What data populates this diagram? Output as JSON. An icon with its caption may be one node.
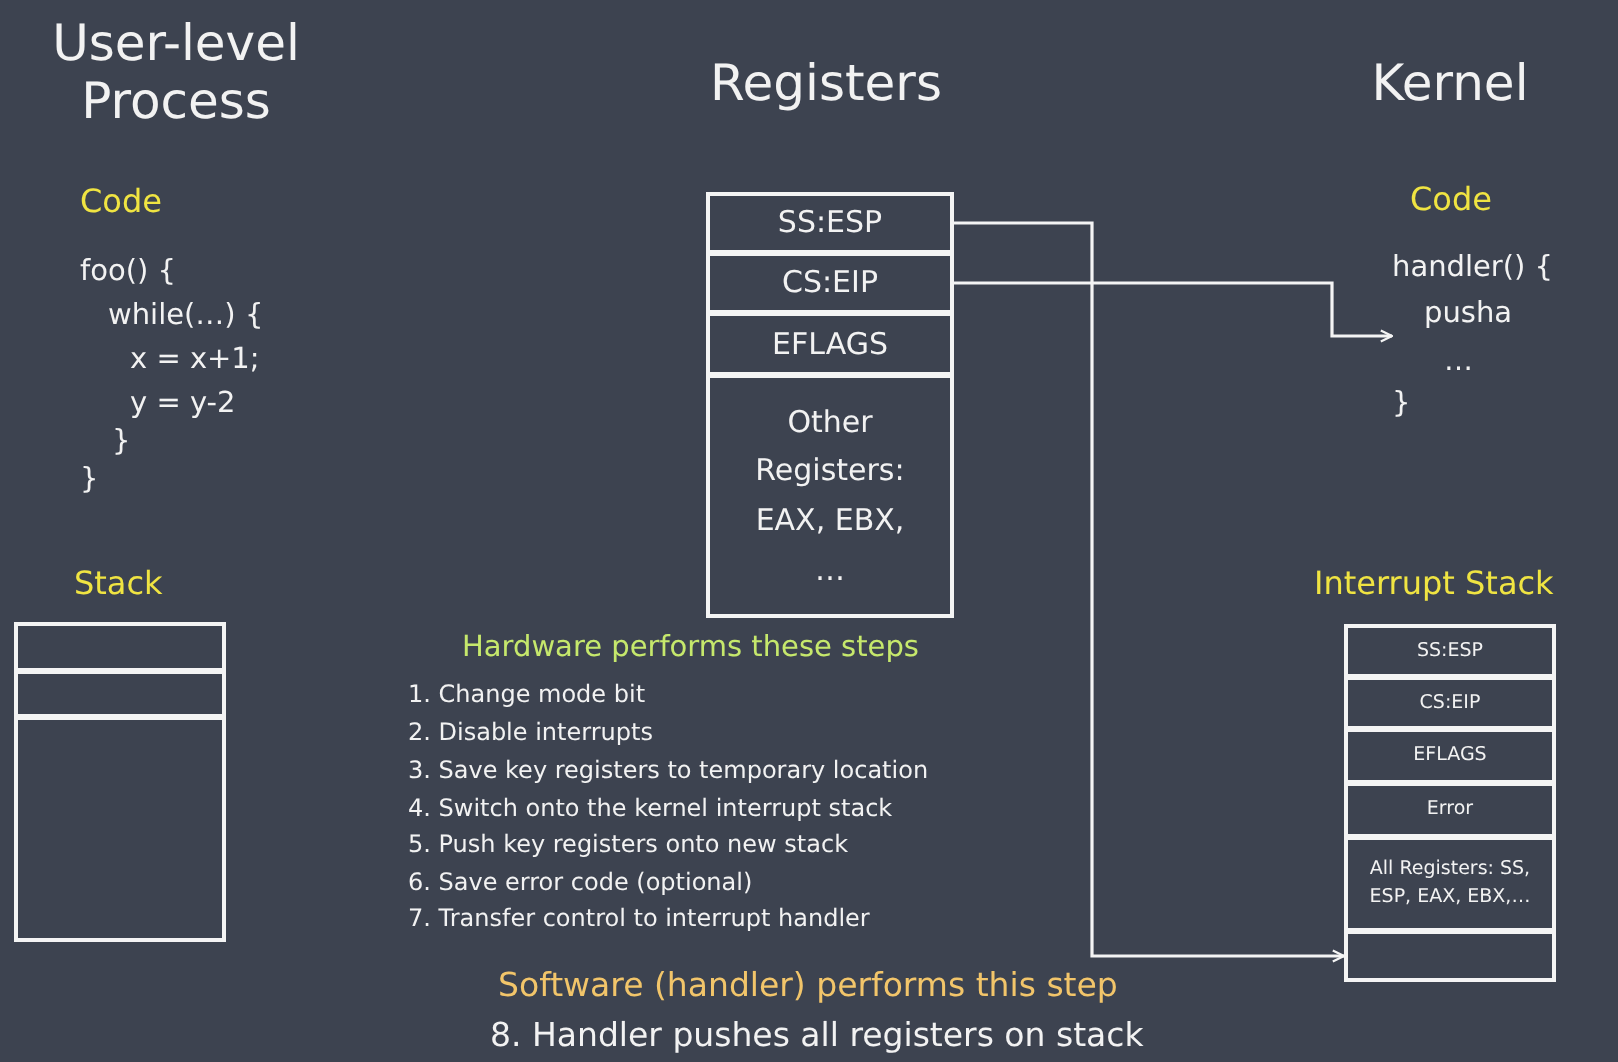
{
  "diagram": {
    "nodes": [
      {
        "text": [
          "SS:ESP"
        ]
      },
      {
        "text": [
          "CS:EIP"
        ]
      },
      {
        "text": [
          "EFLAGS"
        ]
      },
      {
        "text": [
          "Other Registers: EAX, EBX, …"
        ]
      },
      {
        "text": [
          "handler() {",
          "pusha",
          "…",
          "}"
        ]
      },
      {
        "text": [
          "SS:ESP"
        ]
      },
      {
        "text": [
          "CS:EIP"
        ]
      },
      {
        "text": [
          "EFLAGS"
        ]
      },
      {
        "text": [
          "Error"
        ]
      },
      {
        "text": [
          "All Registers: SS, ESP, EAX, EBX,…"
        ]
      },
      {
        "text": [],
        "shape": "box"
      },
      {
        "text": [],
        "shape": "box"
      },
      {
        "text": [],
        "shape": "box"
      },
      {
        "text": [],
        "shape": "box"
      }
    ],
    "edges": [
      {
        "from": 0,
        "to": 10,
        "arrow": "to"
      },
      {
        "from": 1,
        "to": 4,
        "arrow": "to"
      }
    ],
    "labels": [
      "User-level Process",
      "Registers",
      "Kernel",
      "Code",
      "Code",
      "foo() {",
      "while(…) {",
      "x = x+1;",
      "y = y-2",
      "}",
      "}",
      "Stack",
      "Interrupt Stack",
      "Hardware performs these steps",
      "1. Change mode bit",
      "2. Disable interrupts",
      "3. Save key registers to temporary location",
      "4. Switch onto the kernel interrupt stack",
      "5. Push key registers onto new stack",
      "6. Save error code (optional)",
      "7. Transfer control to interrupt handler",
      "Software (handler) performs this step",
      "8. Handler pushes all registers on stack"
    ]
  }
}
